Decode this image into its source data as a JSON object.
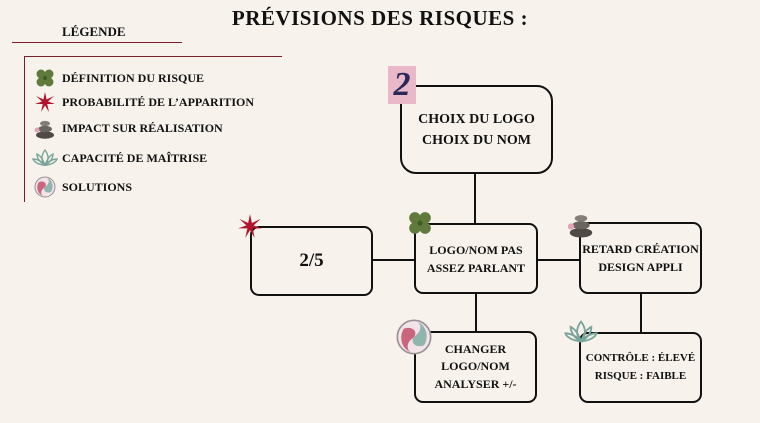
{
  "title": "PRÉVISIONS DES RISQUES :",
  "legend": {
    "title": "LÉGENDE",
    "items": [
      {
        "icon": "clover-icon",
        "label": "DÉFINITION DU RISQUE"
      },
      {
        "icon": "star-burst-icon",
        "label": "PROBABILITÉ DE L’APPARITION"
      },
      {
        "icon": "stones-icon",
        "label": "IMPACT SUR RÉALISATION"
      },
      {
        "icon": "lotus-icon",
        "label": "CAPACITÉ DE MAÎTRISE"
      },
      {
        "icon": "koi-fish-icon",
        "label": "SOLUTIONS"
      }
    ]
  },
  "badge": "2",
  "nodes": {
    "top": {
      "line1": "CHOIX DU LOGO",
      "line2": "CHOIX DU NOM"
    },
    "center": {
      "line1": "LOGO/NOM PAS",
      "line2": "ASSEZ PARLANT"
    },
    "left": {
      "text": "2/5"
    },
    "right": {
      "line1": "RETARD CRÉATION",
      "line2": "DESIGN APPLI"
    },
    "bottom_center": {
      "line1": "CHANGER",
      "line2": "LOGO/NOM",
      "line3": "ANALYSER +/-"
    },
    "bottom_right": {
      "line1": "CONTRÔLE : ÉLEVÉ",
      "line2": "RISQUE : FAIBLE"
    }
  },
  "colors": {
    "accent": "#7a1f2b",
    "clover": "#5f7a3a",
    "star": "#b3122b",
    "stone": "#6b6560",
    "lotus": "#8fb5ad",
    "koi": "#c9667d",
    "badge_bg": "#e9b9c9"
  }
}
